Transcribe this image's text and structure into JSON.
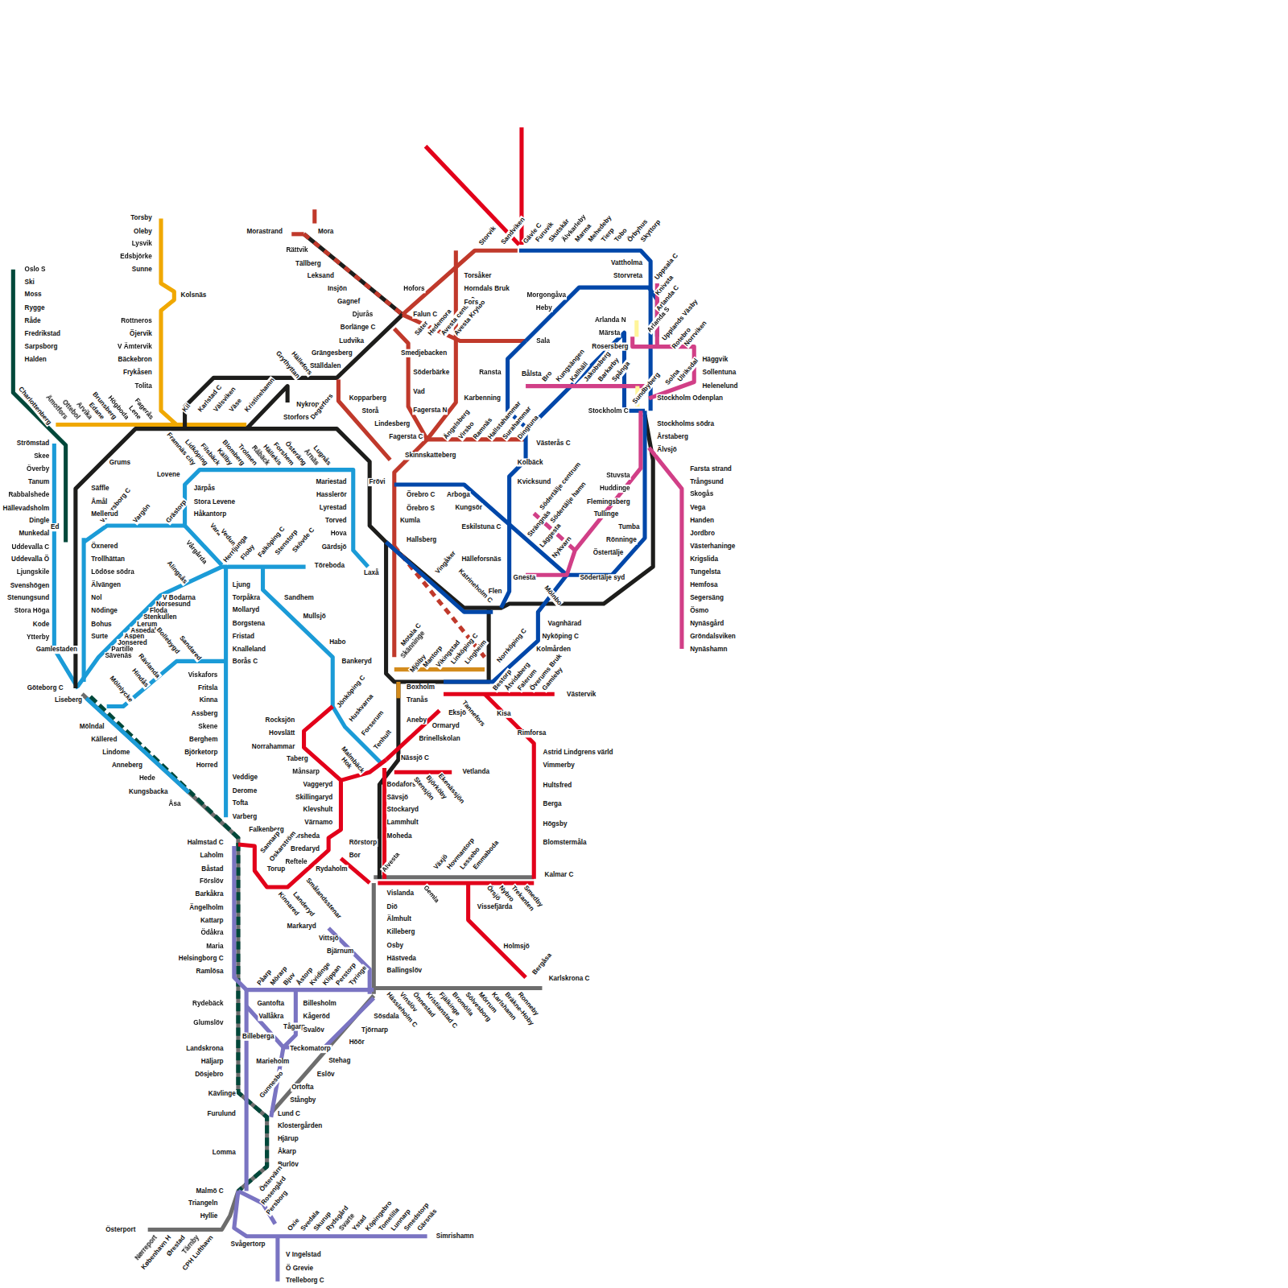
{
  "diagram": {
    "labels": [
      "Oslo S",
      "Ski",
      "Moss",
      "Rygge",
      "Råde",
      "Fredrikstad",
      "Sarpsborg",
      "Halden",
      "Charlottenberg",
      "Åmotfors",
      "Ottebol",
      "Arvika",
      "Edane",
      "Brunsberg",
      "Högboda",
      "Lene",
      "Fagerås",
      "Torsby",
      "Oleby",
      "Lysvik",
      "Edsbjörke",
      "Sunne",
      "Kolsnäs",
      "Rottneros",
      "Öjervik",
      "V Ämtervik",
      "Bäckebron",
      "Frykåsen",
      "Tolita",
      "Kil",
      "Karlstad C",
      "Välsviken",
      "Väse",
      "Kristinehamn",
      "Morastrand",
      "Mora",
      "Rättvik",
      "Tällberg",
      "Leksand",
      "Insjön",
      "Gagnef",
      "Djurås",
      "Falun C",
      "Borlänge C",
      "Ludvika",
      "Grängesberg",
      "Ställdalen",
      "Hällefors",
      "Grythyttan",
      "Nykroppa",
      "Storfors",
      "Degerfors",
      "Hofors",
      "Säter",
      "Hedemora",
      "Avesta centrum",
      "Avesta Krylbo",
      "Storvik",
      "Sandviken",
      "Gävle C",
      "Torsåker",
      "Horndals Bruk",
      "Fors",
      "Sala",
      "Smedjebacken",
      "Söderbärke",
      "Vad",
      "Fagersta N",
      "Karbenning",
      "Kopparberg",
      "Storå",
      "Lindesberg",
      "Fagersta C",
      "Ängelsberg",
      "Virsbo",
      "Ramnäs",
      "Hallstahammar",
      "Surahammar",
      "Dingtuna",
      "Skinnskatteberg",
      "Västerås C",
      "Kolbäck",
      "Frövi",
      "Furuvik",
      "Skutskär",
      "Älvkarleby",
      "Marma",
      "Mehedeby",
      "Tierp",
      "Tobo",
      "Örbyhus",
      "Skyttorp",
      "Vattholma",
      "Storvreta",
      "Uppsala C",
      "Knivsta",
      "Arlanda C",
      "Arlanda S",
      "Upplands Väsby",
      "Arlanda N",
      "Märsta",
      "Rosersberg",
      "Rotebro",
      "Norrviken",
      "Häggvik",
      "Sollentuna",
      "Helenelund",
      "Solna",
      "Ulriksdal",
      "Stockholm Odenplan",
      "Sundbyberg",
      "Stockholm C",
      "Stockholms södra",
      "Årstaberg",
      "Älvsjö",
      "Farsta strand",
      "Trångsund",
      "Skogås",
      "Vega",
      "Handen",
      "Jordbro",
      "Västerhaninge",
      "Krigslida",
      "Tungelsta",
      "Hemfosa",
      "Segersäng",
      "Ösmo",
      "Nynäsgård",
      "Gröndalsviken",
      "Nynäshamn",
      "Morgongåva",
      "Heby",
      "Ransta",
      "Bålsta",
      "Bro",
      "Kungsängen",
      "Kallhäll",
      "Jakobsberg",
      "Barkarby",
      "Spånga",
      "Kvicksund",
      "Arboga",
      "Kungsör",
      "Eskilstuna C",
      "Hälleforsnäs",
      "Flen",
      "Gnesta",
      "Södertälje syd",
      "Östertälje",
      "Rönninge",
      "Tumba",
      "Tullinge",
      "Flemingsberg",
      "Huddinge",
      "Stuvsta",
      "Södertälje centrum",
      "Södertälje hamn",
      "Strängnäs",
      "Läggesta",
      "Nykvarn",
      "Mölnbo",
      "Katrineholm C",
      "Vingåker",
      "Vagnhärad",
      "Nyköping C",
      "Kolmården",
      "Norrköping C",
      "Örebro C",
      "Örebro S",
      "Kumla",
      "Hallsberg",
      "Laxå",
      "Mariestad",
      "Hasslerör",
      "Lyrestad",
      "Torved",
      "Hova",
      "Gärdsjö",
      "Töreboda",
      "Framnäs city",
      "Lidköping",
      "Filsbäck",
      "Källby",
      "Blomberg",
      "Trolmen",
      "Råbäck",
      "Hällekis",
      "Forshem",
      "Österäng",
      "Årnäs",
      "Lugnås",
      "Lovene",
      "Järpås",
      "Stora Levene",
      "Håkantorp",
      "Vara",
      "Vedum",
      "Vänersborg C",
      "Vargön",
      "Grästorp",
      "Säffle",
      "Åmål",
      "Mellerud",
      "Ed",
      "Öxnered",
      "Trollhättan",
      "Lödöse södra",
      "Älvängen",
      "Nol",
      "Nödinge",
      "Bohus",
      "Surte",
      "Grums",
      "Strömstad",
      "Skee",
      "Överby",
      "Tanum",
      "Rabbalshede",
      "Hällevadsholm",
      "Dingle",
      "Munkedal",
      "Uddevalla C",
      "Uddevalla Ö",
      "Ljungskile",
      "Svenshögen",
      "Stenungsund",
      "Stora Höga",
      "Kode",
      "Ytterby",
      "Gamlestaden",
      "Herrljunga",
      "Floby",
      "Falköping C",
      "Stenstorp",
      "Skövde C",
      "Vårgårda",
      "Alingsås",
      "Ljung",
      "Torpåkra",
      "Mollaryd",
      "Borgstena",
      "Fristad",
      "Knalleland",
      "Borås C",
      "Viskafors",
      "Fritsla",
      "Kinna",
      "Assberg",
      "Skene",
      "Berghem",
      "Björketorp",
      "Horred",
      "Veddige",
      "Derome",
      "Tofta",
      "Varberg",
      "V Bodarna",
      "Norsesund",
      "Floda",
      "Stenkullen",
      "Lerum",
      "Aspedalen",
      "Aspen",
      "Jonsered",
      "Partille",
      "Sävenäs",
      "Bollebygd",
      "Sandared",
      "Rävlanda",
      "Hindås",
      "Mölnlycke",
      "Göteborg C",
      "Liseberg",
      "Sandhem",
      "Mullsjö",
      "Habo",
      "Bankeryd",
      "Jönköping C",
      "Huskvarna",
      "Forserum",
      "Tenhult",
      "Rocksjön",
      "Hovslätt",
      "Norrahammar",
      "Taberg",
      "Månsarp",
      "Vaggeryd",
      "Skillingaryd",
      "Klevshult",
      "Värnamo",
      "Forsheda",
      "Bredaryd",
      "Reftele",
      "Rörstorp",
      "Bor",
      "Rydaholm",
      "Malmbäck",
      "Hok",
      "Halmstad C",
      "Falkenberg",
      "Laholm",
      "Båstad",
      "Förslöv",
      "Barkåkra",
      "Ängelholm",
      "Kattarp",
      "Ödåkra",
      "Maria",
      "Helsingborg C",
      "Ramlösa",
      "Sannarp",
      "Oskarström",
      "Torup",
      "Kinnared",
      "Landeryd",
      "Smålandsstenar",
      "Nässjö C",
      "Eksjö",
      "Ormaryd",
      "Brinellskolan",
      "Vetlanda",
      "Aneby",
      "Tranås",
      "Boxholm",
      "Bodafors",
      "Sävsjö",
      "Stockaryd",
      "Lammhult",
      "Moheda",
      "Stensjön",
      "Björköby",
      "Ekenässjön",
      "Alvesta",
      "Motala C",
      "Skänninge",
      "Mjölby",
      "Mantorp",
      "Vikingstad",
      "Linköping C",
      "Lingheim",
      "Bestorp",
      "Åtvidaberg",
      "Falerum",
      "Överums Bruk",
      "Gamleby",
      "Västervik",
      "Tannefors",
      "Kisa",
      "Rimforsa",
      "Astrid Lindgrens värld",
      "Vimmerby",
      "Hultsfred",
      "Berga",
      "Högsby",
      "Blomstermåla",
      "Kalmar C",
      "Växjö",
      "Hovmantorp",
      "Lessebo",
      "Emmaboda",
      "Gemla",
      "Örsjö",
      "Nybro",
      "Trekanten",
      "Smedby",
      "Vissefjärda",
      "Holmsjö",
      "Bergåsa",
      "Karlskrona C",
      "Vislanda",
      "Diö",
      "Älmhult",
      "Killeberg",
      "Osby",
      "Hästveda",
      "Ballingslöv",
      "Markaryd",
      "Vittsjö",
      "Bjärnum",
      "Hässleholm C",
      "Vinslöv",
      "Önnestad",
      "Kristianstad C",
      "Fjälkinge",
      "Bromölla",
      "Sölvesborg",
      "Mörrum",
      "Karlshamn",
      "Bräkne-Hoby",
      "Ronneby",
      "Påarp",
      "Mörarp",
      "Bjuv",
      "Åstorp",
      "Kvidinge",
      "Klippan",
      "Perstorp",
      "Tyringe",
      "Gantofta",
      "Vallåkra",
      "Tågarp",
      "Billesholm",
      "Kågeröd",
      "Svalöv",
      "Teckomatorp",
      "Billeberga",
      "Marieholm",
      "Eslöv",
      "Stehag",
      "Höör",
      "Tjörnarp",
      "Sösdala",
      "Rydebäck",
      "Glumslöv",
      "Landskrona",
      "Häljarp",
      "Dösjebro",
      "Kävlinge",
      "Gunnesbo",
      "Furulund",
      "Ortofta",
      "Stångby",
      "Lund C",
      "Klostergården",
      "Hjärup",
      "Åkarp",
      "Burlöv",
      "Lomma",
      "Malmö C",
      "Triangeln",
      "Hyllie",
      "Östervärn",
      "Rosengård",
      "Persborg",
      "Österport",
      "Nørreport",
      "København H",
      "Ørestad",
      "Tårnby",
      "CPH Lufthavn",
      "Svågertorp",
      "Oxie",
      "Svedala",
      "Skurup",
      "Rydsgård",
      "Svarte",
      "Ystad",
      "Köpingebro",
      "Tomelilla",
      "Lunnarp",
      "Smedstorp",
      "Gärsnäs",
      "Simrishamn",
      "V Ingelstad",
      "Ö Grevie",
      "Trelleborg C",
      "Mölndal",
      "Kållered",
      "Lindome",
      "Anneberg",
      "Hede",
      "Kungsbacka",
      "Åsa"
    ]
  }
}
